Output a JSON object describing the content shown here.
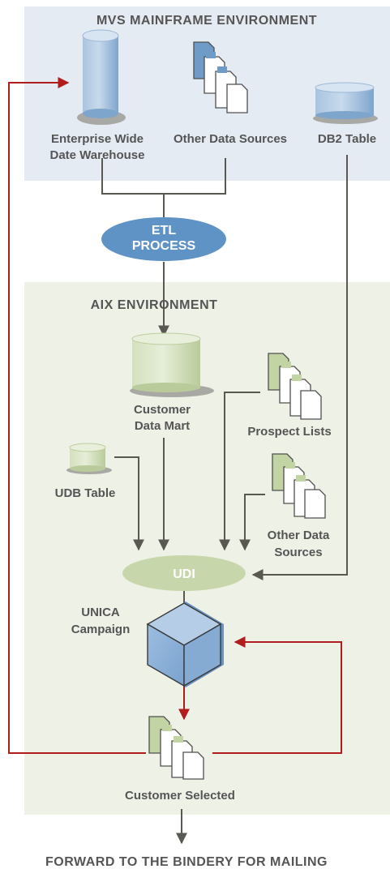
{
  "mvs_environment": {
    "title": "MVS MAINFRAME ENVIRONMENT",
    "warehouse": {
      "line1": "Enterprise Wide",
      "line2": "Date Warehouse",
      "icon": "database-cylinder-icon"
    },
    "other_sources": {
      "label": "Other Data Sources",
      "icon": "document-stack-icon"
    },
    "db2_table": {
      "label": "DB2 Table",
      "icon": "database-cylinder-icon"
    }
  },
  "etl_process": {
    "line1": "ETL",
    "line2": "PROCESS"
  },
  "aix_environment": {
    "title": "AIX ENVIRONMENT",
    "customer_data_mart": {
      "line1": "Customer",
      "line2": "Data Mart",
      "icon": "database-cylinder-icon"
    },
    "prospect_lists": {
      "label": "Prospect Lists",
      "icon": "document-stack-icon"
    },
    "udb_table": {
      "label": "UDB Table",
      "icon": "database-cylinder-icon"
    },
    "other_data_sources": {
      "line1": "Other Data",
      "line2": "Sources",
      "icon": "document-stack-icon"
    },
    "udi": {
      "label": "UDI"
    },
    "unica_campaign": {
      "line1": "UNICA",
      "line2": "Campaign",
      "icon": "cube-icon"
    },
    "customer_selected": {
      "label": "Customer Selected",
      "icon": "document-stack-icon"
    }
  },
  "footer": {
    "label": "FORWARD TO THE BINDERY FOR MAILING"
  },
  "colors": {
    "mvs_background": "#e4ebf3",
    "aix_background": "#eef1e6",
    "connector_gray": "#595952",
    "feedback_red": "#b11c1c",
    "blue_fill": "#7ba4cc",
    "green_fill": "#cfdcb6"
  }
}
